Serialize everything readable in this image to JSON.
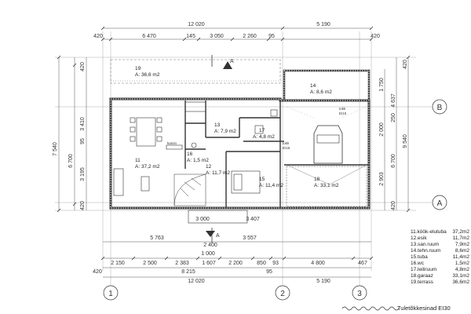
{
  "dimensions": {
    "top_total": "12 020",
    "top_right": "5 190",
    "top_row": [
      "420",
      "6 470",
      "145",
      "3 050",
      "2 260",
      "95",
      "420"
    ],
    "middle_row": [
      "5 763",
      "3 557"
    ],
    "middle_sub": [
      "2 400",
      "1 000"
    ],
    "entry": [
      "3 000",
      "3 407"
    ],
    "bottom_row": [
      "2 150",
      "2 500",
      "2 383",
      "1 607",
      "2 200",
      "850",
      "93",
      "4 800",
      "467"
    ],
    "bottom_total_a": [
      "420",
      "8 215",
      "95"
    ],
    "bottom_total_b": "12 020",
    "bottom_right": "5 190",
    "left_outer": "7 540",
    "left_inner": "6 700",
    "left_row": [
      "420",
      "3 410",
      "95",
      "3 195",
      "420"
    ],
    "right_row": [
      "1 750",
      "4 637",
      "250",
      "2 000",
      "2 903",
      "420"
    ],
    "right_inner": "6 700",
    "right_outer": "9 540",
    "right_small": "420"
  },
  "rooms": [
    {
      "num": "19",
      "area": "A: 36,6 m2"
    },
    {
      "num": "14",
      "area": "A: 8,6 m2"
    },
    {
      "num": "13",
      "area": "A: 7,9 m2"
    },
    {
      "num": "17",
      "area": "A: 4,8 m2"
    },
    {
      "num": "16",
      "area": "A: 1,5 m2"
    },
    {
      "num": "11",
      "area": "A: 37,2 m2"
    },
    {
      "num": "12",
      "area": "A: 11,7 m2"
    },
    {
      "num": "15",
      "area": "A: 11,4 m2"
    },
    {
      "num": "18",
      "area": "A: 33,1 m2"
    }
  ],
  "small_labels": {
    "tokk": "tokk",
    "ei15": "EI15",
    "kamin": "kamin",
    "ab": "A"
  },
  "axes": {
    "b": "B",
    "a": "A",
    "one": "1",
    "two": "2",
    "three": "3"
  },
  "legend": [
    {
      "name": "11.köök-elutuba",
      "area": "37,2m2"
    },
    {
      "name": "12.esik",
      "area": "11,7m2"
    },
    {
      "name": "13.san.ruum",
      "area": "7,9m2"
    },
    {
      "name": "14.tehn.ruum",
      "area": "8,6m2"
    },
    {
      "name": "15.tuba",
      "area": "11,4m2"
    },
    {
      "name": "16.wc",
      "area": "1,5m2"
    },
    {
      "name": "17.leiliruum",
      "area": "4,8m2"
    },
    {
      "name": "18.garaaz",
      "area": "33,1m2"
    },
    {
      "name": "19.terrass",
      "area": "36,6m2"
    }
  ],
  "caption": "Tuletõkkesinad EI30"
}
